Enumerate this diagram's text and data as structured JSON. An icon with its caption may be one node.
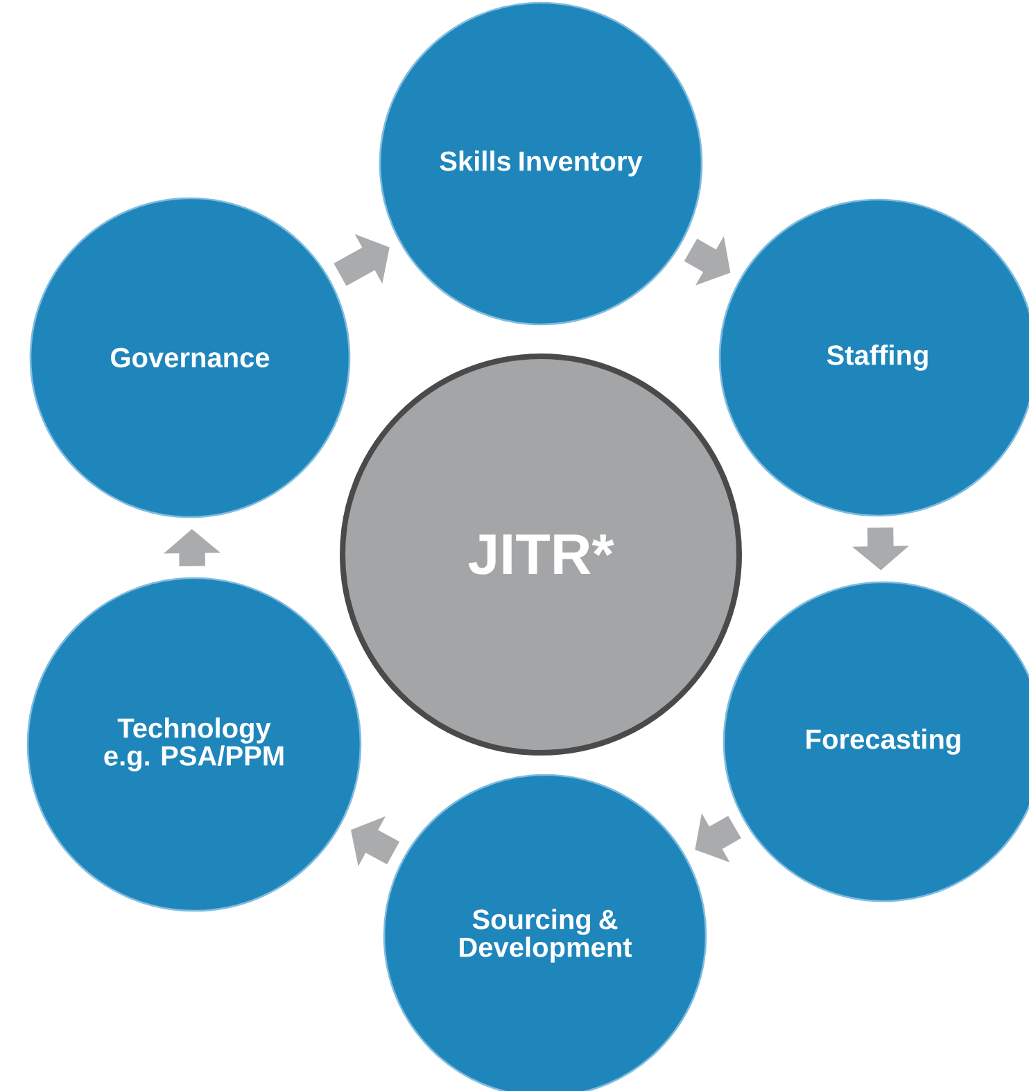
{
  "diagram": {
    "nodes": [
      {
        "text": [
          "Skills Inventory"
        ]
      },
      {
        "text": [
          "Staffing"
        ]
      },
      {
        "text": [
          "Forecasting"
        ]
      },
      {
        "text": [
          "Sourcing & Development"
        ]
      },
      {
        "text": [
          "Technology e.g. PSA/PPM"
        ]
      },
      {
        "text": [
          "Governance"
        ]
      },
      {
        "text": [
          "JITR*"
        ]
      }
    ],
    "edges": [
      {
        "from": 0,
        "to": 1,
        "arrow": "to"
      },
      {
        "from": 1,
        "to": 2,
        "arrow": "to"
      },
      {
        "from": 2,
        "to": 3,
        "arrow": "to"
      },
      {
        "from": 3,
        "to": 4,
        "arrow": "to"
      },
      {
        "from": 4,
        "to": 5,
        "arrow": "to"
      },
      {
        "from": 5,
        "to": 0,
        "arrow": "to"
      }
    ]
  }
}
